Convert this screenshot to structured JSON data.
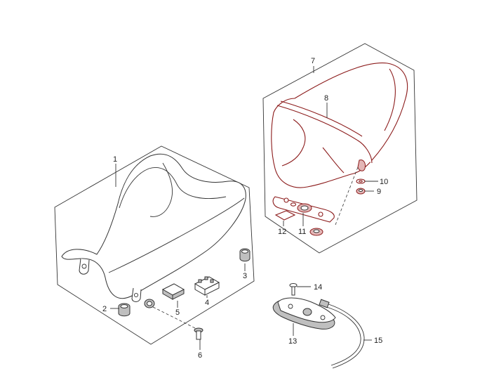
{
  "diagram": {
    "callouts": [
      {
        "id": "1",
        "text": "1"
      },
      {
        "id": "2",
        "text": "2"
      },
      {
        "id": "3",
        "text": "3"
      },
      {
        "id": "4",
        "text": "4"
      },
      {
        "id": "5",
        "text": "5"
      },
      {
        "id": "6",
        "text": "6"
      },
      {
        "id": "7",
        "text": "7"
      },
      {
        "id": "8",
        "text": "8"
      },
      {
        "id": "9",
        "text": "9"
      },
      {
        "id": "10",
        "text": "10"
      },
      {
        "id": "11",
        "text": "11"
      },
      {
        "id": "12",
        "text": "12"
      },
      {
        "id": "13",
        "text": "13"
      },
      {
        "id": "14",
        "text": "14"
      },
      {
        "id": "15",
        "text": "15"
      }
    ],
    "colors": {
      "line": "#333333",
      "highlight": "#8b1a1a",
      "fill_grey": "#bfbfbf"
    }
  }
}
